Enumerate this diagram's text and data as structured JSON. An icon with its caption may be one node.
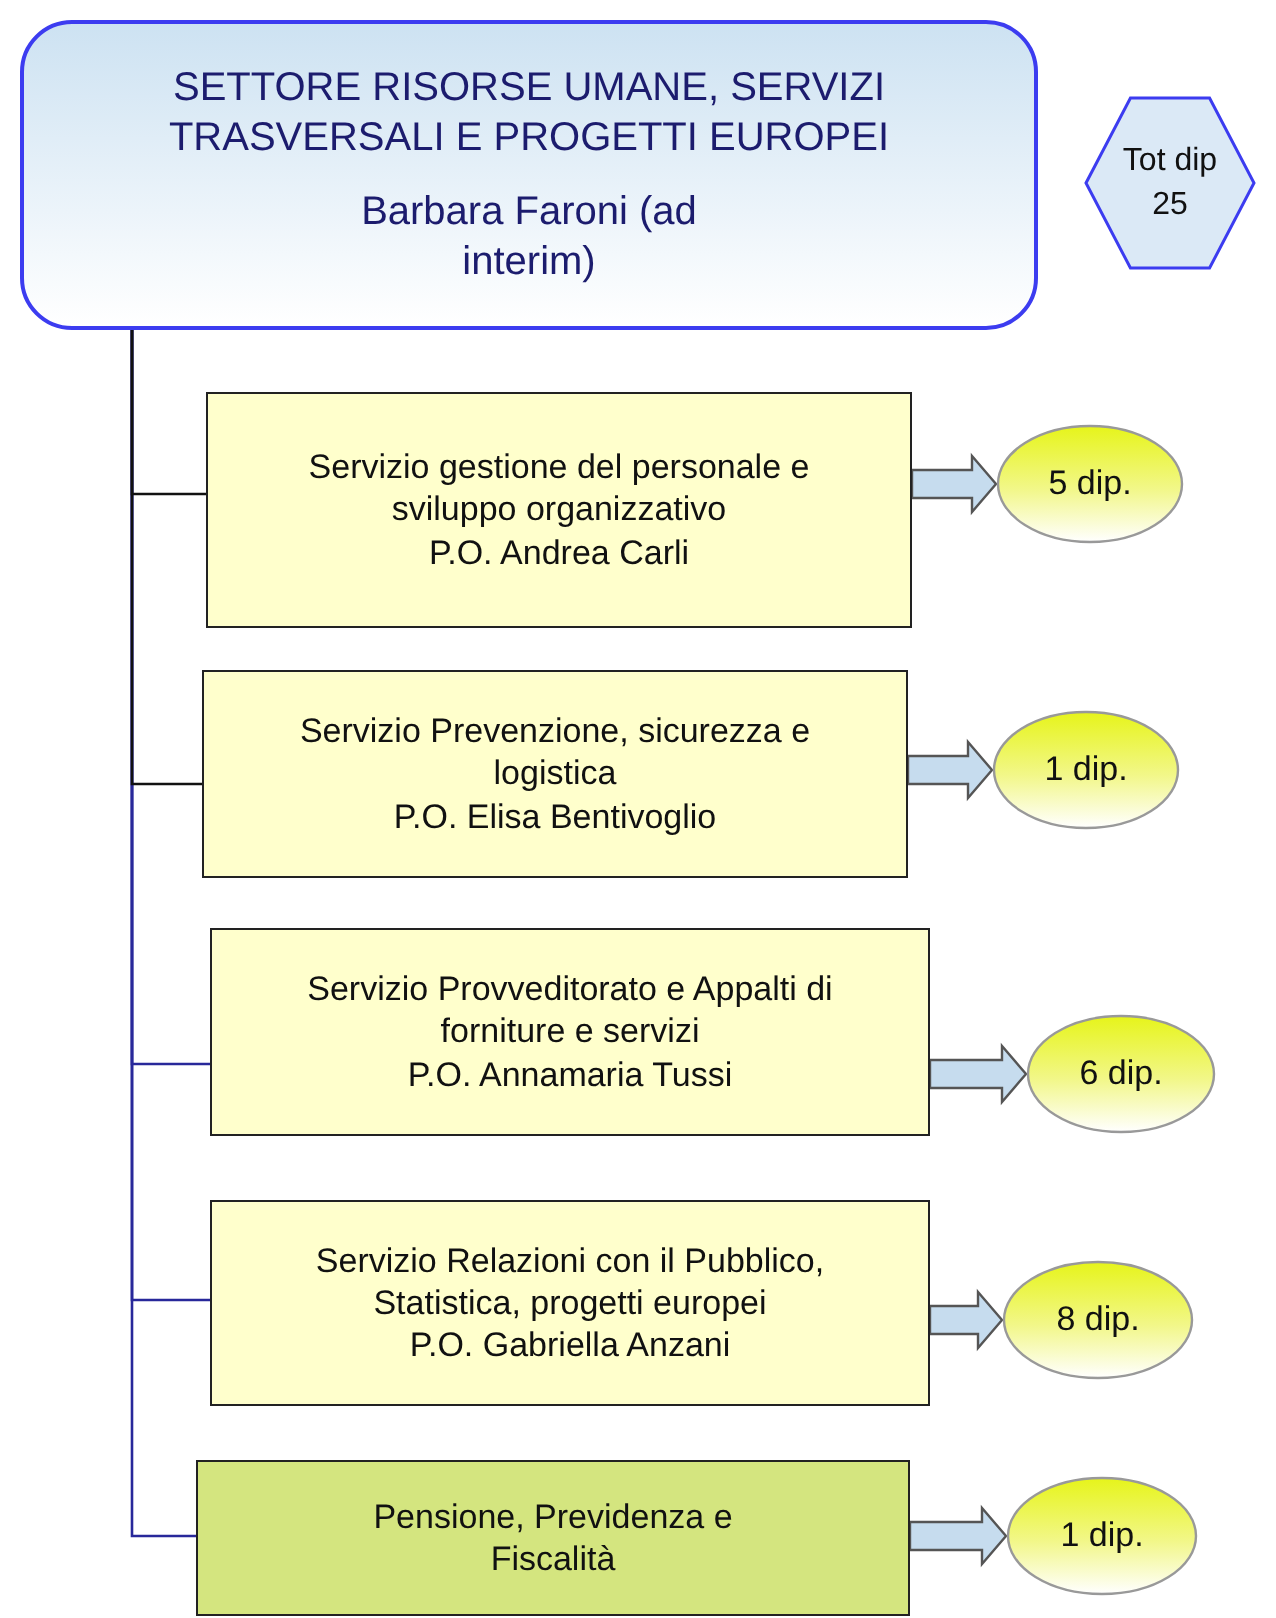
{
  "diagram": {
    "nodes": [
      {
        "text": [
          "SETTORE RISORSE UMANE, SERVIZI TRASVERSALI E PROGETTI EUROPEI",
          "Barbara Faroni (ad interim)"
        ]
      },
      {
        "text": [
          "Tot dip 25"
        ]
      },
      {
        "text": [
          "Servizio gestione del personale e sviluppo organizzativo",
          "P.O. Andrea Carli"
        ]
      },
      {
        "text": [
          "5 dip."
        ]
      },
      {
        "text": [
          "Servizio Prevenzione, sicurezza e logistica",
          "P.O. Elisa Bentivoglio"
        ]
      },
      {
        "text": [
          "1 dip."
        ]
      },
      {
        "text": [
          "Servizio Provveditorato e Appalti di forniture e servizi",
          "P.O. Annamaria Tussi"
        ]
      },
      {
        "text": [
          "6 dip."
        ]
      },
      {
        "text": [
          "Servizio Relazioni con il Pubblico, Statistica, progetti europei",
          "P.O. Gabriella Anzani"
        ]
      },
      {
        "text": [
          "8 dip."
        ]
      },
      {
        "text": [
          "Pensione, Previdenza e Fiscalità"
        ]
      },
      {
        "text": [
          "1 dip."
        ]
      }
    ],
    "edges": [
      {
        "from": 0,
        "to": 2,
        "arrow": "none",
        "color": "#111111"
      },
      {
        "from": 0,
        "to": 4,
        "arrow": "none",
        "color": "#111111"
      },
      {
        "from": 0,
        "to": 6,
        "arrow": "none",
        "color": "#28289a"
      },
      {
        "from": 0,
        "to": 8,
        "arrow": "none",
        "color": "#28289a"
      },
      {
        "from": 0,
        "to": 10,
        "arrow": "none",
        "color": "#28289a"
      },
      {
        "from": 2,
        "to": 3,
        "arrow": "to",
        "style": "thick"
      },
      {
        "from": 4,
        "to": 5,
        "arrow": "to",
        "style": "thick"
      },
      {
        "from": 6,
        "to": 7,
        "arrow": "to",
        "style": "thick"
      },
      {
        "from": 8,
        "to": 9,
        "arrow": "to",
        "style": "thick"
      },
      {
        "from": 10,
        "to": 11,
        "arrow": "to",
        "style": "thick"
      }
    ]
  }
}
